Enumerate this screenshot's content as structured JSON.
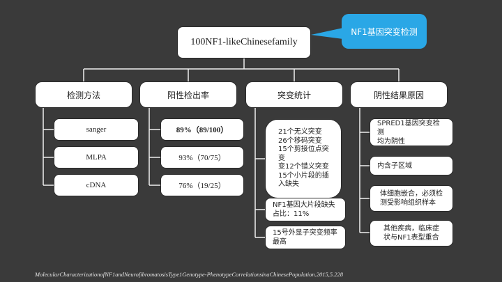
{
  "root": {
    "label": "100NF1-likeChinesefamily"
  },
  "callout": {
    "label": "NF1基因突变检测"
  },
  "categories": [
    {
      "label": "检测方法"
    },
    {
      "label": "阳性检出率"
    },
    {
      "label": "突变统计"
    },
    {
      "label": "阴性结果原因"
    }
  ],
  "methods": [
    "sanger",
    "MLPA",
    "cDNA"
  ],
  "rates": [
    "89%（89/100）",
    "93%（70/75）",
    "76%（19/25）"
  ],
  "mutations": {
    "summary": [
      "21个无义突变",
      "26个移码突变",
      "15个剪接位点突变",
      "变12个错义突变",
      "15个小片段的插",
      "入缺失"
    ],
    "large_deletion": [
      "NF1基因大片段缺失",
      "占比：11%"
    ],
    "exon15": [
      "15号外显子突变频率",
      "最高"
    ]
  },
  "reasons": [
    [
      "SPRED1基因突变检测",
      "均为阴性"
    ],
    [
      "内含子区域"
    ],
    [
      "体细胞嵌合，必须检",
      "测受影响组织样本"
    ],
    [
      "其他疾病，临床症",
      "状与NF1表型重合"
    ]
  ],
  "colors": {
    "background": "#3a3a3a",
    "callout": "#2aa7e6",
    "box": "#ffffff"
  },
  "footer": "MolecularCharacterizationofNF1andNeurofibromatosisType1Genotype-PhenotypeCorrelationsinaChinesePopulation.2015,5.228"
}
